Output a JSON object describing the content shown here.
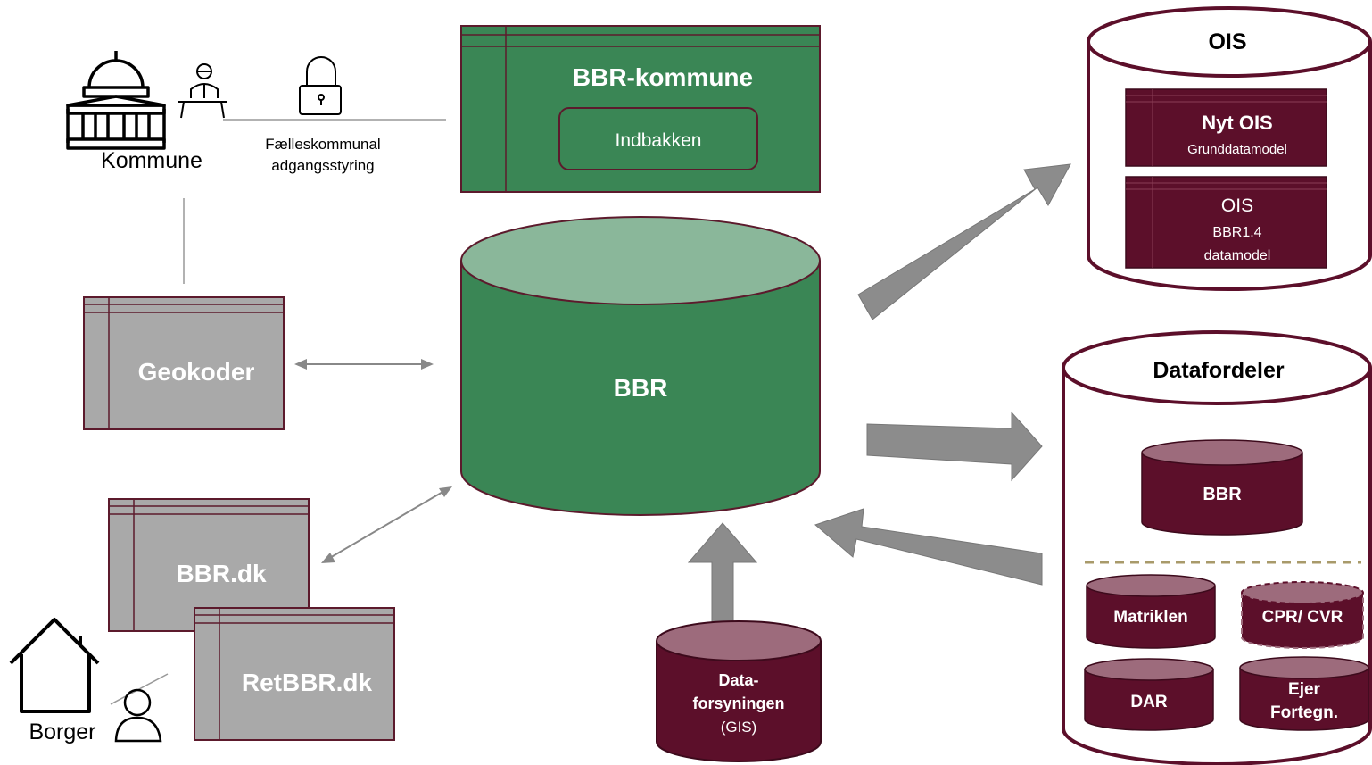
{
  "kommune": {
    "label": "Kommune",
    "access_line1": "Fælleskommunal",
    "access_line2": "adgangsstyring"
  },
  "bbr_kommune": {
    "title": "BBR-kommune",
    "inbox_label": "Indbakken"
  },
  "geokoder": {
    "label": "Geokoder"
  },
  "bbr_central": {
    "label": "BBR"
  },
  "bbr_dk": {
    "label": "BBR.dk"
  },
  "retbbr_dk": {
    "label": "RetBBR.dk"
  },
  "borger": {
    "label": "Borger"
  },
  "dataforsyningen": {
    "line1": "Data-",
    "line2": "forsyningen",
    "line3": "(GIS)"
  },
  "ois": {
    "title": "OIS",
    "nyt_ois_title": "Nyt OIS",
    "nyt_ois_sub": "Grunddatamodel",
    "ois_box_title": "OIS",
    "ois_box_line2": "BBR1.4",
    "ois_box_line3": "datamodel"
  },
  "datafordeler": {
    "title": "Datafordeler",
    "bbr": "BBR",
    "matriklen": "Matriklen",
    "cpr_cvr": "CPR/ CVR",
    "dar": "DAR",
    "ejer_line1": "Ejer",
    "ejer_line2": "Fortegn."
  },
  "colors": {
    "green": "#3a8655",
    "green_light": "#8ab79a",
    "maroon": "#5c0f2a",
    "maroon_light": "#9d6b7c",
    "grey_box": "#a9a9a9",
    "arrow_grey": "#8c8c8c"
  }
}
